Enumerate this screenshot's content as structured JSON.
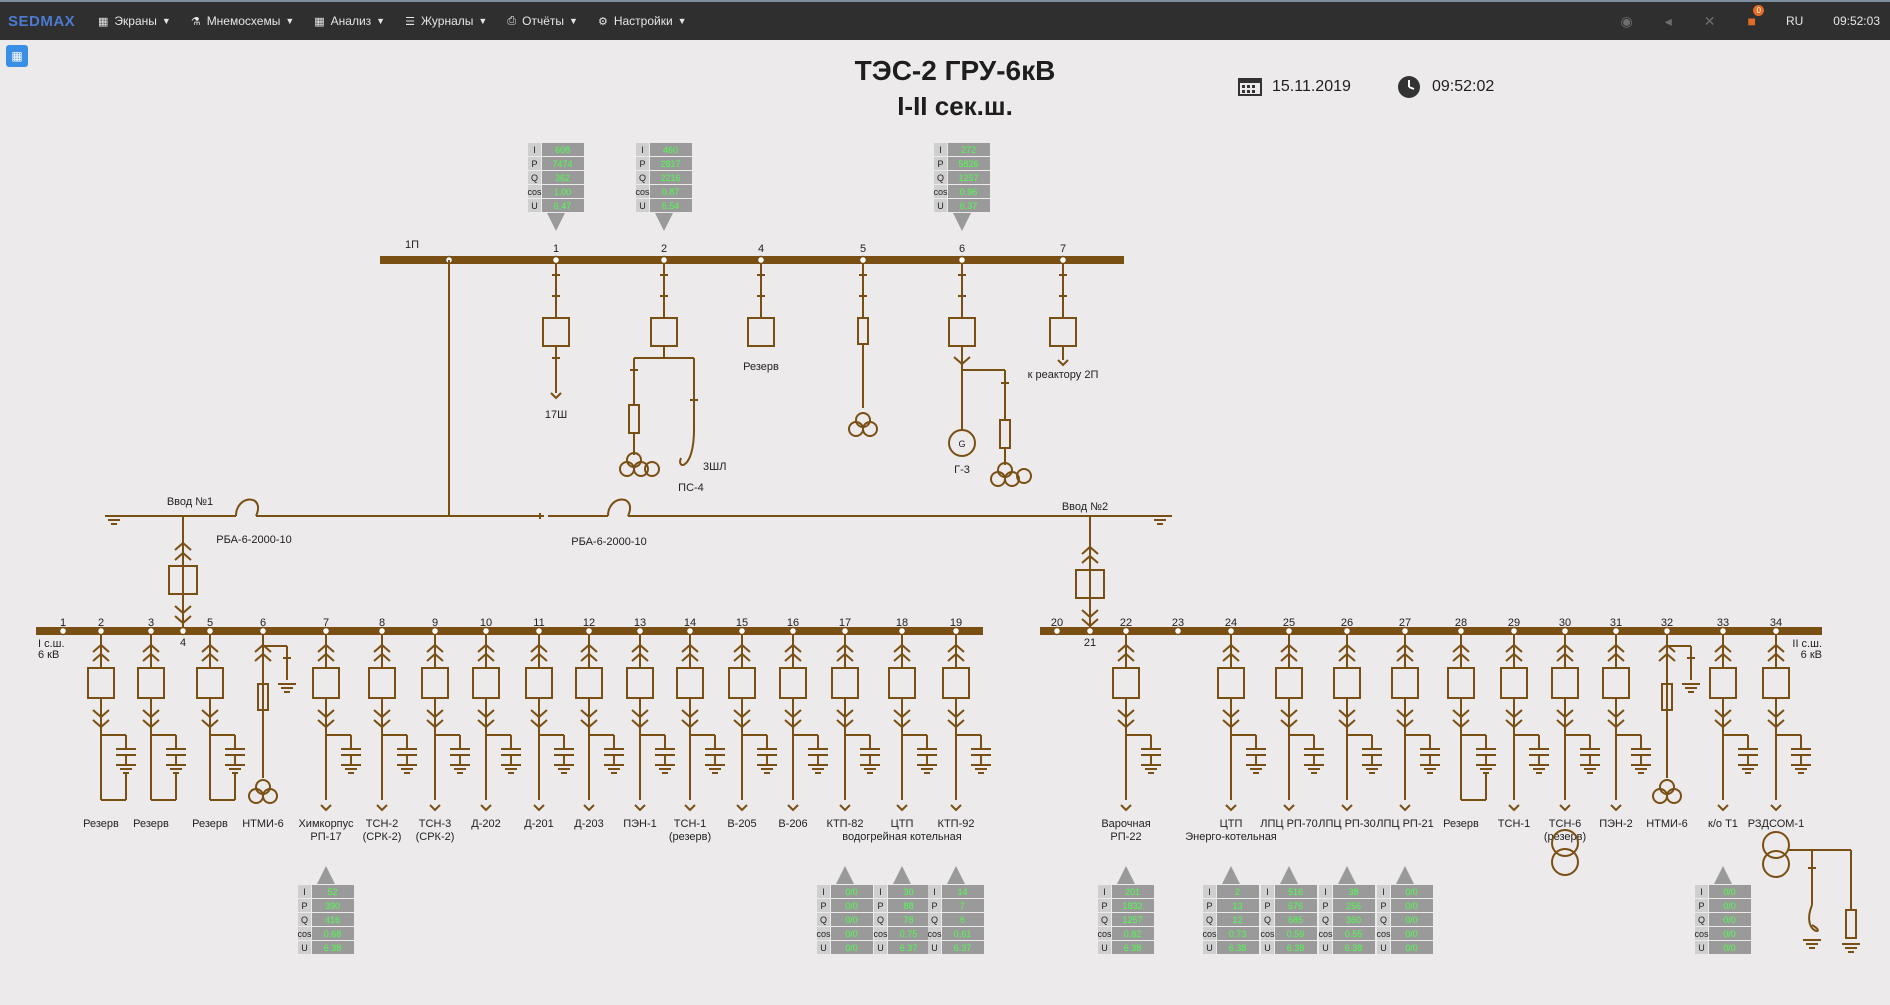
{
  "nav": {
    "brand": "SEDMAX",
    "menu": [
      {
        "label": "Экраны",
        "icon": "bar-chart-icon"
      },
      {
        "label": "Мнемосхемы",
        "icon": "sitemap-icon"
      },
      {
        "label": "Анализ",
        "icon": "table-icon"
      },
      {
        "label": "Журналы",
        "icon": "list-icon"
      },
      {
        "label": "Отчёты",
        "icon": "print-icon"
      },
      {
        "label": "Настройки",
        "icon": "cogs-icon"
      }
    ],
    "notifications_count": "0",
    "language": "RU",
    "time": "09:52:03"
  },
  "title": {
    "line1": "ТЭС-2 ГРУ-6кВ",
    "line2": "I-II сек.ш."
  },
  "date": "15.11.2019",
  "clock": "09:52:02",
  "colors": {
    "bus": "#7a4f14",
    "value": "#4dff4d",
    "panel": "#9a9a9a"
  },
  "measure_row_labels": [
    "I",
    "P",
    "Q",
    "cos",
    "U"
  ],
  "bus_1p": {
    "label": "1П",
    "feeders": [
      {
        "num": "1",
        "label": "17Ш"
      },
      {
        "num": "2",
        "label": "ПС-4",
        "sub_label": "3ШЛ"
      },
      {
        "num": "4",
        "label": "Резерв"
      },
      {
        "num": "5",
        "label": ""
      },
      {
        "num": "6",
        "label": "Г-3"
      },
      {
        "num": "7",
        "label": "к реактору 2П"
      }
    ],
    "panels": [
      {
        "feeder": "1",
        "values": [
          "608",
          "7474",
          "362",
          "1.00",
          "6.47"
        ]
      },
      {
        "feeder": "2",
        "values": [
          "460",
          "2817",
          "2216",
          "0.87",
          "6.54"
        ]
      },
      {
        "feeder": "6",
        "values": [
          "272",
          "5826",
          "1257",
          "0.96",
          "6.37"
        ]
      }
    ]
  },
  "connections": {
    "input1": "Ввод №1",
    "input2": "Ввод №2",
    "reactor1": "РБА-6-2000-10",
    "reactor2": "РБА-6-2000-10"
  },
  "section1": {
    "label": "I с.ш.",
    "voltage": "6 кВ",
    "feeders": [
      {
        "num": "1",
        "label": ""
      },
      {
        "num": "2",
        "label": "Резерв"
      },
      {
        "num": "3",
        "label": "Резерв"
      },
      {
        "num": "4",
        "label": ""
      },
      {
        "num": "5",
        "label": "Резерв"
      },
      {
        "num": "6",
        "label": "НТМИ-6"
      },
      {
        "num": "7",
        "label": "Химкорпус РП-17"
      },
      {
        "num": "8",
        "label": "ТСН-2 (СРК-2)"
      },
      {
        "num": "9",
        "label": "ТСН-3 (СРК-2)"
      },
      {
        "num": "10",
        "label": "Д-202"
      },
      {
        "num": "11",
        "label": "Д-201"
      },
      {
        "num": "12",
        "label": "Д-203"
      },
      {
        "num": "13",
        "label": "ПЭН-1"
      },
      {
        "num": "14",
        "label": "ТСН-1 (резерв)"
      },
      {
        "num": "15",
        "label": "В-205"
      },
      {
        "num": "16",
        "label": "В-206"
      },
      {
        "num": "17",
        "label": "КТП-82"
      },
      {
        "num": "18",
        "label": "ЦТП водогрейная котельная"
      },
      {
        "num": "19",
        "label": "КТП-92"
      }
    ],
    "panels": [
      {
        "feeder": "7",
        "values": [
          "52",
          "390",
          "416",
          "0.68",
          "6.38"
        ]
      },
      {
        "feeder": "17",
        "values": [
          "0/0",
          "0/0",
          "0/0",
          "0/0",
          "0/0"
        ]
      },
      {
        "feeder": "18",
        "values": [
          "30",
          "88",
          "78",
          "0.75",
          "6.37"
        ]
      },
      {
        "feeder": "19",
        "values": [
          "14",
          "7",
          "6",
          "0.61",
          "6.37"
        ]
      }
    ]
  },
  "section2": {
    "label": "II с.ш.",
    "voltage": "6 кВ",
    "feeders": [
      {
        "num": "20",
        "label": ""
      },
      {
        "num": "21",
        "label": ""
      },
      {
        "num": "22",
        "label": "Варочная РП-22"
      },
      {
        "num": "23",
        "label": ""
      },
      {
        "num": "24",
        "label": "ЦТП Энерго-котельная"
      },
      {
        "num": "25",
        "label": "ЛПЦ РП-70"
      },
      {
        "num": "26",
        "label": "ЛПЦ РП-30"
      },
      {
        "num": "27",
        "label": "ЛПЦ РП-21"
      },
      {
        "num": "28",
        "label": "Резерв"
      },
      {
        "num": "29",
        "label": "ТСН-1"
      },
      {
        "num": "30",
        "label": "ТСН-6 (резерв)"
      },
      {
        "num": "31",
        "label": "ПЭН-2"
      },
      {
        "num": "32",
        "label": "НТМИ-6"
      },
      {
        "num": "33",
        "label": "к/о Т1"
      },
      {
        "num": "34",
        "label": "РЗДСОМ-1"
      }
    ],
    "panels": [
      {
        "feeder": "22",
        "values": [
          "201",
          "1832",
          "1257",
          "0.82",
          "6.38"
        ]
      },
      {
        "feeder": "24",
        "values": [
          "2",
          "13",
          "12",
          "0.73",
          "6.38"
        ]
      },
      {
        "feeder": "25",
        "values": [
          "516",
          "576",
          "685",
          "0.59",
          "6.38"
        ]
      },
      {
        "feeder": "26",
        "values": [
          "38",
          "256",
          "360",
          "0.55",
          "6.38"
        ]
      },
      {
        "feeder": "27",
        "values": [
          "0/0",
          "0/0",
          "0/0",
          "0/0",
          "0/0"
        ]
      },
      {
        "feeder": "33",
        "values": [
          "0/0",
          "0/0",
          "0/0",
          "0/0",
          "0/0"
        ]
      }
    ]
  }
}
